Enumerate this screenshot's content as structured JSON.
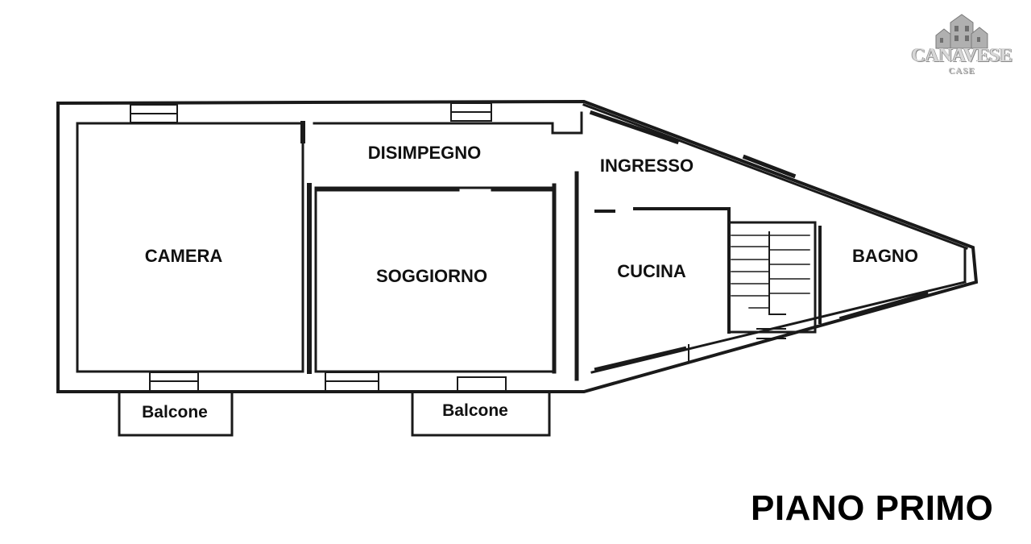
{
  "plan": {
    "rooms": {
      "camera": "CAMERA",
      "soggiorno": "SOGGIORNO",
      "disimpegno": "DISIMPEGNO",
      "ingresso": "INGRESSO",
      "cucina": "CUCINA",
      "bagno": "BAGNO",
      "balcone_left": "Balcone",
      "balcone_center": "Balcone"
    },
    "floor_title": "PIANO PRIMO",
    "colors": {
      "wall": "#1a1a1a",
      "background": "#ffffff",
      "logo": "#b8b8b8"
    }
  },
  "logo": {
    "brand": "CANAVESE",
    "sub": "CASE",
    "icon": "houses-icon"
  }
}
